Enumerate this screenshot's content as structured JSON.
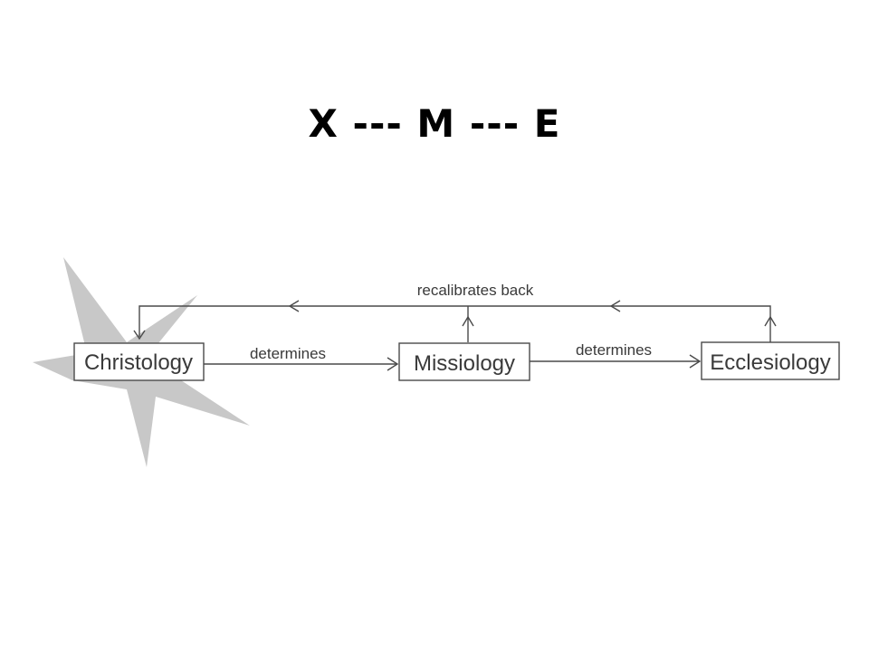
{
  "title": "X --- M --- E",
  "colors": {
    "star": "#c8c8c8",
    "line": "#4a4a4a",
    "text": "#3a3a3a"
  },
  "nodes": [
    {
      "id": "christology",
      "label": "Christology"
    },
    {
      "id": "missiology",
      "label": "Missiology"
    },
    {
      "id": "ecclesiology",
      "label": "Ecclesiology"
    }
  ],
  "edges": [
    {
      "from": "christology",
      "to": "missiology",
      "label": "determines"
    },
    {
      "from": "missiology",
      "to": "ecclesiology",
      "label": "determines"
    }
  ],
  "feedback": {
    "label": "recalibrates back"
  }
}
